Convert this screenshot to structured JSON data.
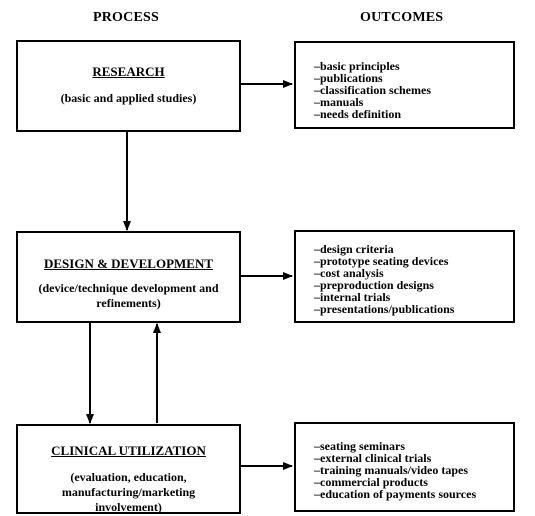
{
  "headers": {
    "process": "PROCESS",
    "outcomes": "OUTCOMES"
  },
  "research": {
    "title": "RESEARCH",
    "subtitle": "(basic and applied studies)",
    "outcomes": [
      "–basic principles",
      "–publications",
      "–classification schemes",
      "–manuals",
      "–needs definition"
    ]
  },
  "design": {
    "title": "DESIGN & DEVELOPMENT",
    "subtitle": "(device/technique development and refinements)",
    "outcomes": [
      "–design criteria",
      "–prototype seating devices",
      "–cost analysis",
      "–preproduction designs",
      "–internal trials",
      "–presentations/publications"
    ]
  },
  "clinical": {
    "title": "CLINICAL UTILIZATION",
    "subtitle": "(evaluation, education, manufacturing/marketing involvement)",
    "outcomes": [
      "–seating seminars",
      "–external clinical trials",
      "–training manuals/video tapes",
      "–commercial products",
      "–education of payments sources"
    ]
  }
}
